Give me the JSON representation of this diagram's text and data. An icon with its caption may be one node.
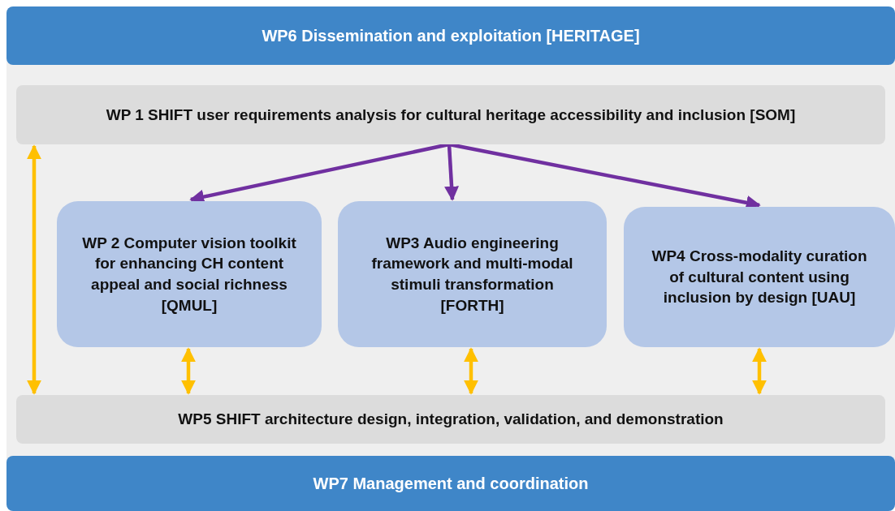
{
  "diagram": {
    "nodes": [
      {
        "text": [
          "WP6 Dissemination and exploitation [HERITAGE]"
        ]
      },
      {
        "text": [
          "WP 1 SHIFT user requirements analysis for cultural heritage accessibility and inclusion [SOM]"
        ]
      },
      {
        "text": [
          "WP 2 Computer vision toolkit for enhancing CH content appeal and social richness [QMUL]"
        ]
      },
      {
        "text": [
          "WP3 Audio engineering framework and multi-modal stimuli transformation [FORTH]"
        ]
      },
      {
        "text": [
          "WP4 Cross-modality curation of cultural content using inclusion by design [UAU]"
        ]
      },
      {
        "text": [
          "WP5 SHIFT architecture design, integration, validation, and demonstration"
        ]
      },
      {
        "text": [
          "WP7 Management and coordination"
        ]
      }
    ],
    "edges": [
      {
        "from": 1,
        "to": 2,
        "arrow": "to",
        "color": "#7030a0"
      },
      {
        "from": 1,
        "to": 3,
        "arrow": "to",
        "color": "#7030a0"
      },
      {
        "from": 1,
        "to": 4,
        "arrow": "to",
        "color": "#7030a0"
      },
      {
        "from": 2,
        "to": 5,
        "arrow": "both"
      },
      {
        "from": 3,
        "to": 5,
        "arrow": "both"
      },
      {
        "from": 4,
        "to": 5,
        "arrow": "both"
      },
      {
        "from": 1,
        "to": 5,
        "arrow": "both"
      }
    ]
  }
}
